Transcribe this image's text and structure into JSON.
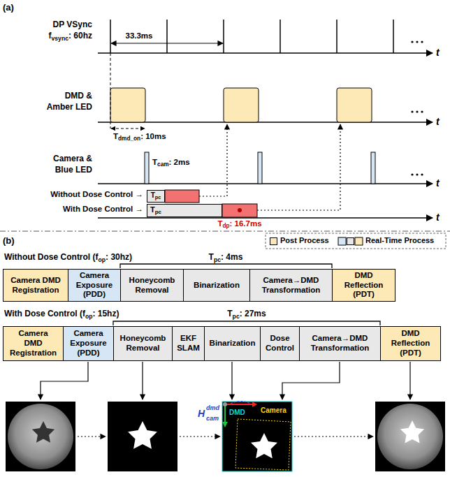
{
  "diagram": {
    "nodes": [
      {
        "text": [
          "T",
          "pc"
        ]
      },
      {
        "text": [
          "T",
          "pc"
        ]
      },
      {
        "text": [
          "Camera DMD Registration"
        ]
      },
      {
        "text": [
          "Camera Exposure (PDD)"
        ]
      },
      {
        "text": [
          "Honeycomb Removal"
        ]
      },
      {
        "text": [
          "Binarization"
        ]
      },
      {
        "text": [
          "Camera→DMD Transformation"
        ]
      },
      {
        "text": [
          "DMD Reflection (PDT)"
        ]
      },
      {
        "text": [
          "Camera DMD Registration"
        ]
      },
      {
        "text": [
          "Camera Exposure (PDD)"
        ]
      },
      {
        "text": [
          "Honeycomb Removal"
        ]
      },
      {
        "text": [
          "EKF SLAM"
        ]
      },
      {
        "text": [
          "Binarization"
        ]
      },
      {
        "text": [
          "Dose Control"
        ]
      },
      {
        "text": [
          "Camera→DMD Transformation"
        ]
      },
      {
        "text": [
          "DMD Reflection (PDT)"
        ]
      }
    ],
    "labels": [
      "(a)",
      "DP VSync",
      "f",
      "vsync",
      ": 60hz",
      "33.3ms",
      "DMD &",
      "Amber LED",
      "T",
      "dmd_on",
      ": 10ms",
      "Camera &",
      "Blue LED",
      "T",
      "cam",
      ": 2ms",
      "Without Dose Control →",
      "With Dose Control →",
      "T",
      "dp",
      ": 16.7ms",
      "t",
      "t",
      "t",
      "t",
      "(b)",
      "Without Dose Control (f",
      "op",
      ": 30hz)",
      "T",
      "pc",
      ": 4ms",
      "With Dose Control (f",
      "op",
      ": 15hz)",
      "T",
      "pc",
      ": 27ms",
      "DMD",
      "Camera",
      "H",
      "dmd",
      "cam"
    ],
    "legend": [
      {
        "text": "Post Process",
        "color": "#fde9b5"
      },
      {
        "text": "Real-Time Process",
        "color": "#e8e8e8"
      }
    ]
  }
}
